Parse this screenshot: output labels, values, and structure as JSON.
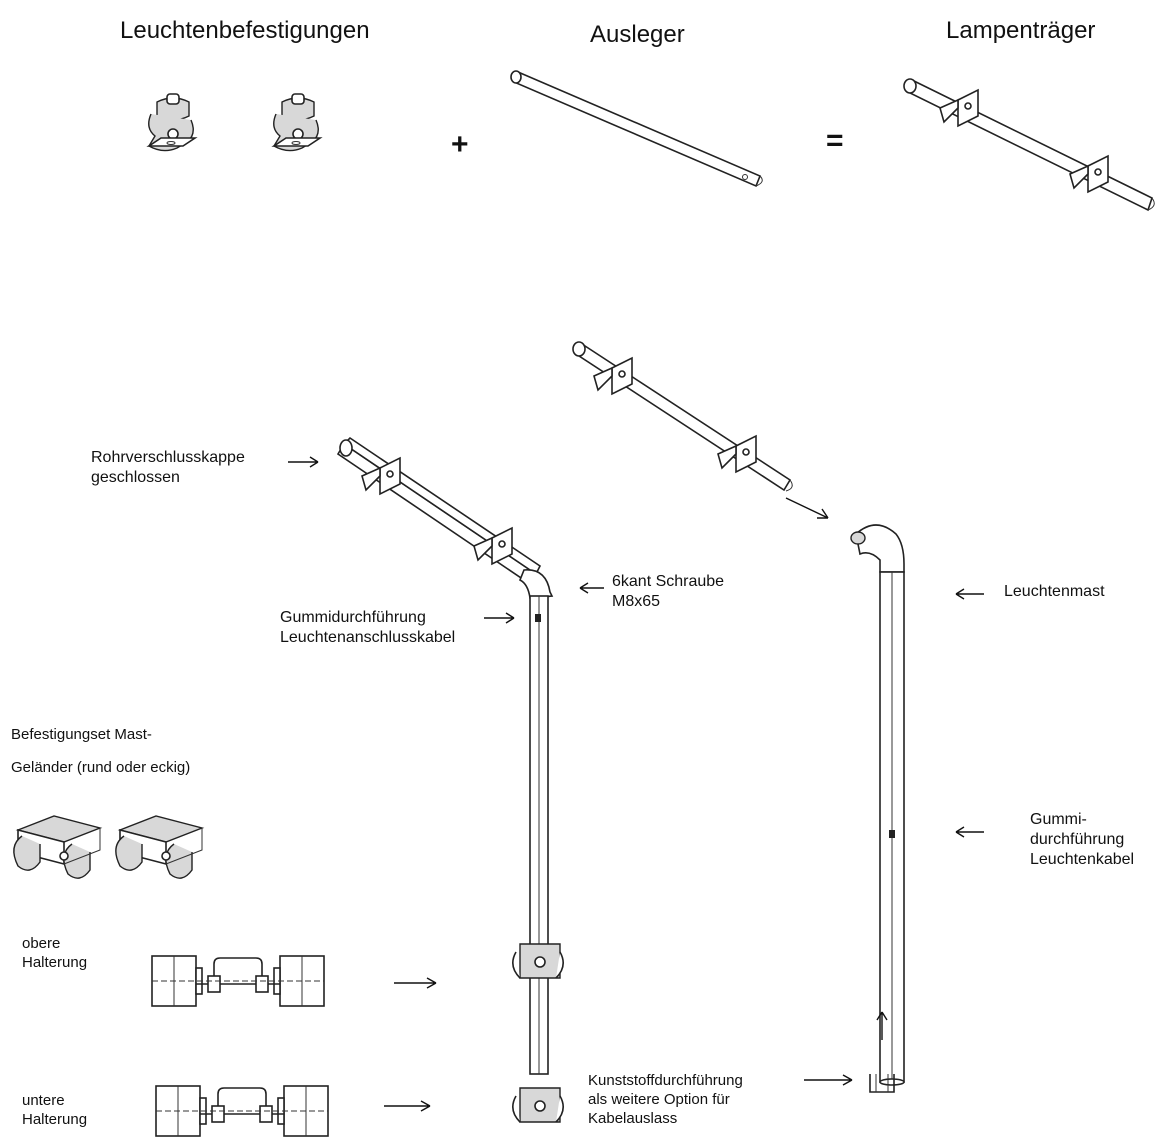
{
  "headers": {
    "fixtures": "Leuchtenbefestigungen",
    "arm": "Ausleger",
    "carrier": "Lampenträger"
  },
  "operators": {
    "plus": "+",
    "equals": "="
  },
  "labels": {
    "cap_line1": "Rohrverschlusskappe",
    "cap_line2": "geschlossen",
    "screw_line1": "6kant Schraube",
    "screw_line2": "M8x65",
    "grommet_line1": "Gummidurchführung",
    "grommet_line2": "Leuchtenanschlusskabel",
    "mast": "Leuchtenmast",
    "rubber_line1": "Gummi-",
    "rubber_line2": "durchführung",
    "rubber_line3": "Leuchtenkabel",
    "set_line1": "Befestigungset Mast-",
    "set_line2": "Geländer (rund oder eckig)",
    "upper_line1": "obere",
    "upper_line2": "Halterung",
    "lower_line1": "untere",
    "lower_line2": "Halterung",
    "plastic_line1": "Kunststoffdurchführung",
    "plastic_line2": "als weitere Option für",
    "plastic_line3": "Kabelauslass"
  }
}
